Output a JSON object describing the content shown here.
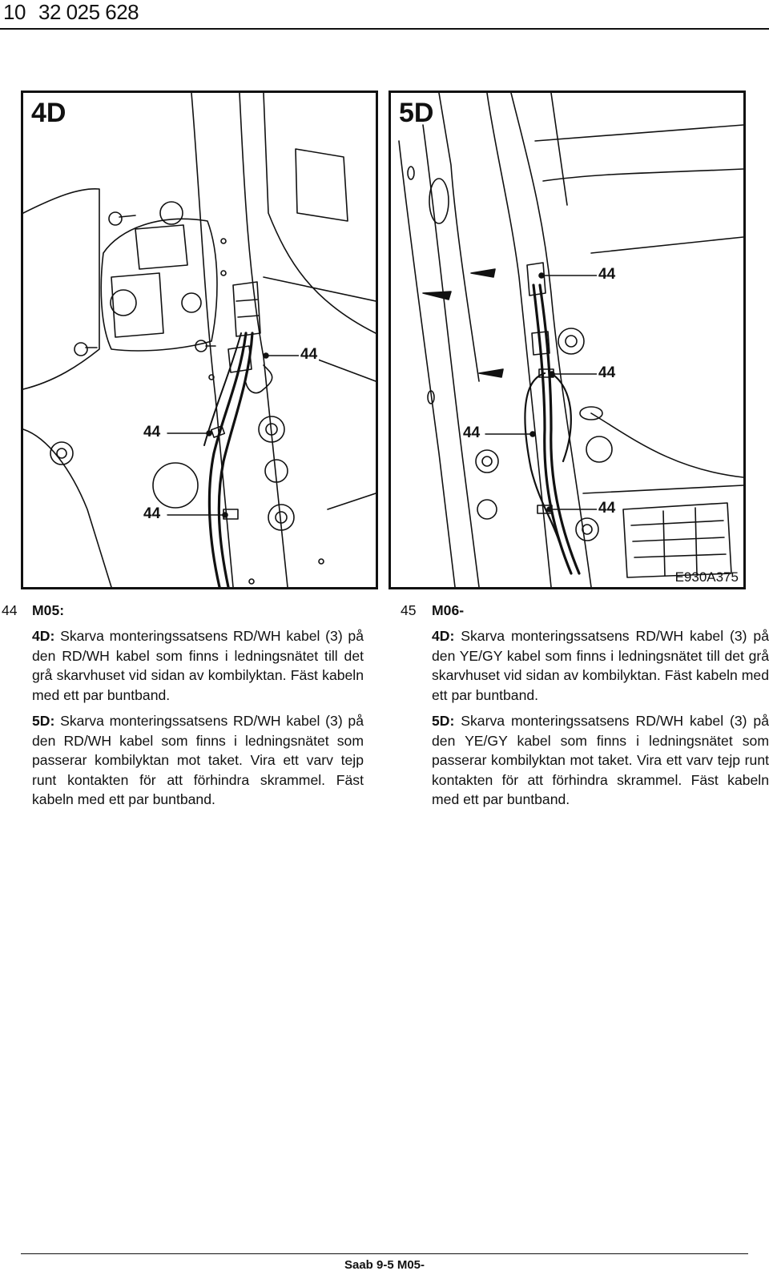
{
  "header": {
    "page_number": "10",
    "document_number": "32 025 628"
  },
  "figure": {
    "panel_4d": {
      "title": "4D",
      "callouts": [
        "44",
        "44",
        "44"
      ]
    },
    "panel_5d": {
      "title": "5D",
      "callouts": [
        "44",
        "44",
        "44",
        "44"
      ]
    },
    "figure_id": "E930A375"
  },
  "steps": [
    {
      "number": "44",
      "heading": "M05:",
      "paragraphs": [
        {
          "label": "4D:",
          "text": " Skarva monteringssatsens RD/WH kabel (3) på den RD/WH kabel som finns i lednings­nätet till det grå skarvhuset vid sidan av kombilyk­tan. Fäst kabeln med ett par buntband."
        },
        {
          "label": "5D:",
          "text": " Skarva monteringssatsens RD/WH kabel (3) på den RD/WH kabel som finns i lednings­nätet som passerar kombilyktan mot taket. Vira ett varv tejp runt kontakten för att förhindra skram­mel. Fäst kabeln med ett par buntband."
        }
      ]
    },
    {
      "number": "45",
      "heading": "M06-",
      "paragraphs": [
        {
          "label": "4D:",
          "text": " Skarva monteringssatsens RD/WH kabel (3) på den YE/GY kabel som finns i lednings­nätet till det grå skarvhuset vid sidan av kombilyk­tan. Fäst kabeln med ett par buntband."
        },
        {
          "label": "5D:",
          "text": " Skarva monteringssatsens RD/WH kabel (3) på den YE/GY kabel som finns i lednings­nätet som passerar kombilyktan mot taket. Vira ett varv tejp runt kontakten för att förhindra skram­mel. Fäst kabeln med ett par buntband."
        }
      ]
    }
  ],
  "footer": {
    "text": "Saab 9-5 M05-"
  }
}
